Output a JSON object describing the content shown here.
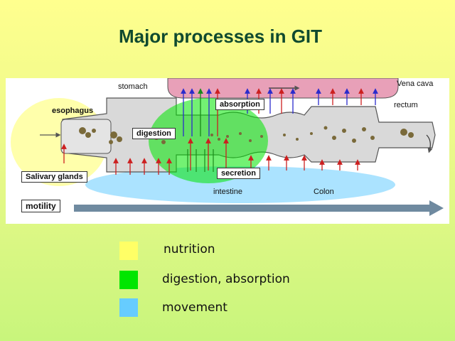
{
  "title": "Major processes in GIT",
  "labels": {
    "stomach": "stomach",
    "esophagus": "esophagus",
    "vena_cava": "Vena cava",
    "rectum": "rectum",
    "intestine": "intestine",
    "colon": "Colon"
  },
  "boxes": {
    "absorption": "absorption",
    "digestion": "digestion",
    "secretion": "secretion",
    "salivary_glands": "Salivary glands",
    "motility": "motility"
  },
  "legend": [
    {
      "label": "nutrition",
      "color": "#ffff66"
    },
    {
      "label": "digestion, absorption",
      "color": "#00e600"
    },
    {
      "label": "movement",
      "color": "#66ccff"
    }
  ],
  "colors": {
    "title": "#0f4a2f",
    "tract": "#d9d9d9",
    "blood": "#e8a0b8",
    "arrow_red": "#cc1f1f",
    "arrow_blue": "#2b2bcc",
    "arrow_green": "#1a8a1a",
    "motility_arrow": "#6f8aa0"
  }
}
